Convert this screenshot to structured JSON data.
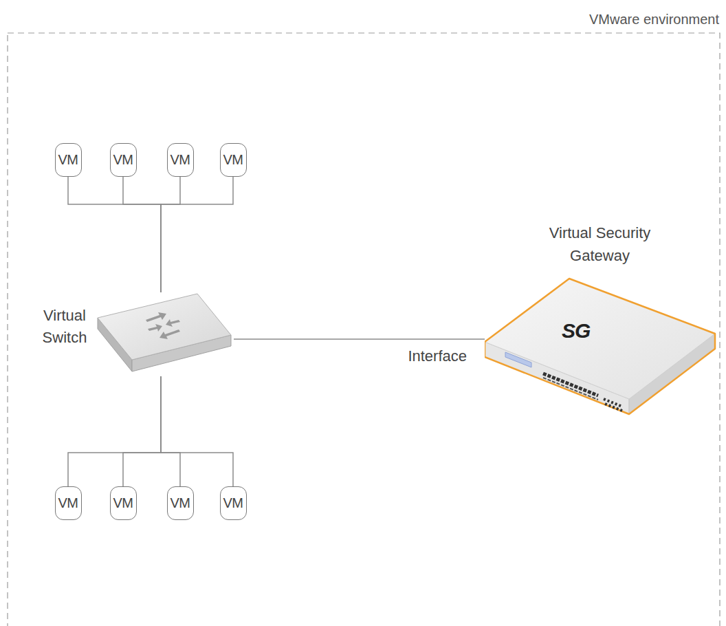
{
  "diagram": {
    "nodes": [
      {
        "text": [
          "VMware environment"
        ]
      },
      {
        "text": [
          "VM"
        ],
        "in": 0
      },
      {
        "text": [
          "VM"
        ],
        "in": 0
      },
      {
        "text": [
          "VM"
        ],
        "in": 0
      },
      {
        "text": [
          "VM"
        ],
        "in": 0
      },
      {
        "text": [
          "Virtual Switch"
        ],
        "in": 0
      },
      {
        "text": [
          "Virtual Security Gateway",
          "SG"
        ],
        "in": 0
      },
      {
        "text": [
          "VM"
        ],
        "in": 0
      },
      {
        "text": [
          "VM"
        ],
        "in": 0
      },
      {
        "text": [
          "VM"
        ],
        "in": 0
      },
      {
        "text": [
          "VM"
        ],
        "in": 0
      }
    ],
    "edges": [
      {
        "from": 1,
        "to": 5,
        "arrow": "none"
      },
      {
        "from": 2,
        "to": 5,
        "arrow": "none"
      },
      {
        "from": 3,
        "to": 5,
        "arrow": "none"
      },
      {
        "from": 4,
        "to": 5,
        "arrow": "none"
      },
      {
        "from": 5,
        "to": 6,
        "label": "Interface",
        "arrow": "none"
      },
      {
        "from": 7,
        "to": 5,
        "arrow": "none"
      },
      {
        "from": 8,
        "to": 5,
        "arrow": "none"
      },
      {
        "from": 9,
        "to": 5,
        "arrow": "none"
      },
      {
        "from": 10,
        "to": 5,
        "arrow": "none"
      }
    ]
  }
}
